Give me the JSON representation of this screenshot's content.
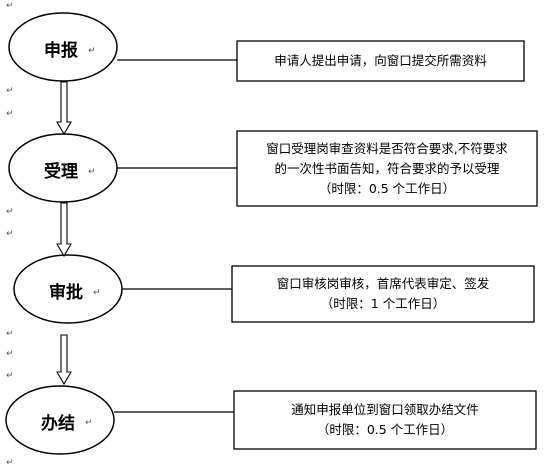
{
  "steps": [
    {
      "label": "申报",
      "lines": [
        "申请人提出申请，向窗口提交所需资料"
      ]
    },
    {
      "label": "受理",
      "lines": [
        "窗口受理岗审查资料是否符合要求,不符要求",
        "的一次性书面告知，符合要求的予以受理",
        "（时限：0.5 个工作日）"
      ]
    },
    {
      "label": "审批",
      "lines": [
        "窗口审核岗审核，首席代表审定、签发",
        "（时限：1 个工作日）"
      ]
    },
    {
      "label": "办结",
      "lines": [
        "通知申报单位到窗口领取办结文件",
        "（时限：0.5 个工作日）"
      ]
    }
  ],
  "return_mark": "↵"
}
